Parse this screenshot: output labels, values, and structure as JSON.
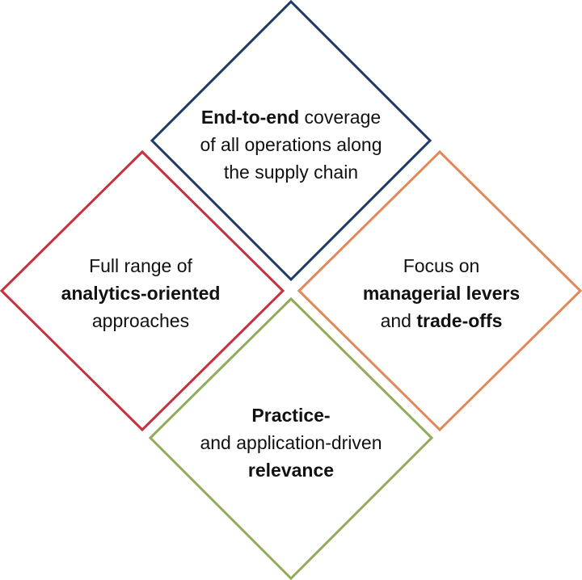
{
  "diagram": {
    "diamonds": [
      {
        "id": "top",
        "color": "#1f3a64",
        "lines": [
          [
            {
              "text": "End-to-end",
              "bold": true
            },
            {
              "text": " coverage",
              "bold": false
            }
          ],
          [
            {
              "text": "of all operations along",
              "bold": false
            }
          ],
          [
            {
              "text": "the supply chain",
              "bold": false
            }
          ]
        ]
      },
      {
        "id": "left",
        "color": "#c8303e",
        "lines": [
          [
            {
              "text": "Full range of",
              "bold": false
            }
          ],
          [
            {
              "text": "analytics-oriented",
              "bold": true
            }
          ],
          [
            {
              "text": "approaches",
              "bold": false
            }
          ]
        ]
      },
      {
        "id": "right",
        "color": "#e0895a",
        "lines": [
          [
            {
              "text": "Focus on",
              "bold": false
            }
          ],
          [
            {
              "text": "managerial levers",
              "bold": true
            }
          ],
          [
            {
              "text": "and ",
              "bold": false
            },
            {
              "text": "trade-offs",
              "bold": true
            }
          ]
        ]
      },
      {
        "id": "bottom",
        "color": "#8fac5a",
        "lines": [
          [
            {
              "text": "Practice-",
              "bold": true
            }
          ],
          [
            {
              "text": "and application-driven",
              "bold": false
            }
          ],
          [
            {
              "text": "relevance",
              "bold": true
            }
          ]
        ]
      }
    ]
  }
}
